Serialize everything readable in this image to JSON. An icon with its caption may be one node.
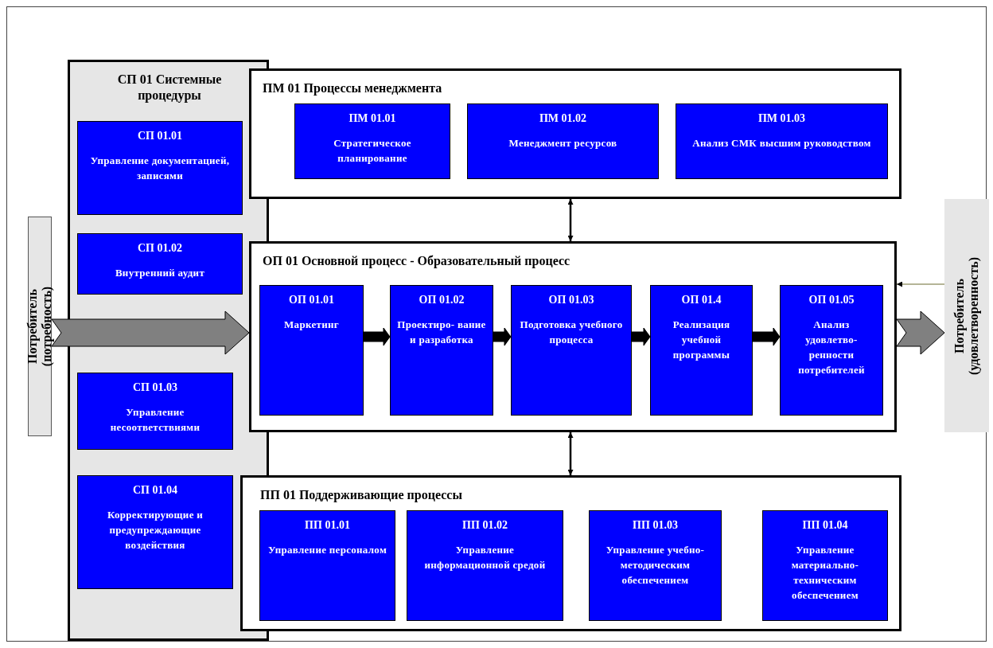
{
  "diagram": {
    "nodes": [
      {
        "text": [
          "СП 01 Системные процедуры"
        ]
      },
      {
        "text": [
          "СП 01.01",
          "Управление документацией, записями"
        ],
        "in": 0
      },
      {
        "text": [
          "СП 01.02",
          "Внутренний аудит"
        ],
        "in": 0
      },
      {
        "text": [
          "СП 01.03",
          "Управление несоответствиями"
        ],
        "in": 0
      },
      {
        "text": [
          "СП 01.04",
          "Корректирующие и предупреждающие воздействия"
        ],
        "in": 0
      },
      {
        "text": [
          "ПМ 01 Процессы менеджмента"
        ]
      },
      {
        "text": [
          "ПМ 01.01",
          "Стратегическое планирование"
        ],
        "in": 5
      },
      {
        "text": [
          "ПМ 01.02",
          "Менеджмент ресурсов"
        ],
        "in": 5
      },
      {
        "text": [
          "ПМ 01.03",
          "Анализ СМК высшим руководством"
        ],
        "in": 5
      },
      {
        "text": [
          "ОП 01 Основной процесс - Образовательный процесс"
        ]
      },
      {
        "text": [
          "ОП 01.01",
          "Маркетинг"
        ],
        "in": 9
      },
      {
        "text": [
          "ОП 01.02",
          "Проектиро- вание и разработка"
        ],
        "in": 9
      },
      {
        "text": [
          "ОП 01.03",
          "Подготовка учебного процесса"
        ],
        "in": 9
      },
      {
        "text": [
          "ОП 01.4",
          "Реализация учебной программы"
        ],
        "in": 9
      },
      {
        "text": [
          "ОП 01.05",
          "Анализ удовлетво- ренности потребителей"
        ],
        "in": 9
      },
      {
        "text": [
          "ПП 01 Поддерживающие процессы"
        ]
      },
      {
        "text": [
          "ПП 01.01",
          "Управление персоналом"
        ],
        "in": 15
      },
      {
        "text": [
          "ПП 01.02",
          "Управление информационной средой"
        ],
        "in": 15
      },
      {
        "text": [
          "ПП 01.03",
          "Управление учебно- методическим обеспечением"
        ],
        "in": 15
      },
      {
        "text": [
          "ПП 01.04",
          "Управление материально- техническим обеспечением"
        ],
        "in": 15
      },
      {
        "text": [
          "Потребитель (потребность)"
        ]
      },
      {
        "text": [
          "Потребитель (удовлетворенность)"
        ]
      }
    ],
    "edges": [
      {
        "from": 20,
        "to": 9,
        "arrow": "to",
        "style": "thick",
        "color": "#808080"
      },
      {
        "from": 9,
        "to": 21,
        "arrow": "to",
        "style": "thick",
        "color": "#808080"
      },
      {
        "from": 21,
        "to": 9,
        "arrow": "to",
        "color": "#6b6b2f"
      },
      {
        "from": 5,
        "to": 9,
        "arrow": "both"
      },
      {
        "from": 9,
        "to": 15,
        "arrow": "both"
      },
      {
        "from": 10,
        "to": 11,
        "arrow": "to",
        "style": "thick"
      },
      {
        "from": 11,
        "to": 12,
        "arrow": "to",
        "style": "thick"
      },
      {
        "from": 12,
        "to": 13,
        "arrow": "to",
        "style": "thick"
      },
      {
        "from": 13,
        "to": 14,
        "arrow": "to",
        "style": "thick"
      }
    ]
  }
}
